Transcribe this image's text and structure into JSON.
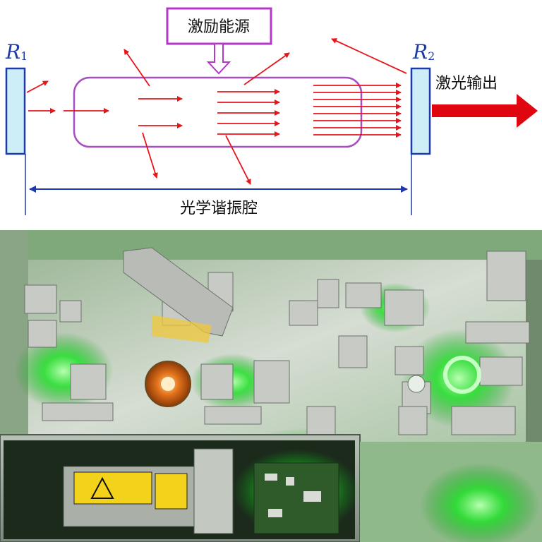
{
  "diagram": {
    "pump_label": "激励能源",
    "mirror_left_label": "R",
    "mirror_left_sub": "1",
    "mirror_right_label": "R",
    "mirror_right_sub": "2",
    "output_label": "激光输出",
    "cavity_label": "光学谐振腔",
    "colors": {
      "ray": "#e8141b",
      "pump_border": "#b437c8",
      "tube_border": "#a64fc0",
      "mirror_fill": "#cdeef7",
      "mirror_border": "#1e3aa8",
      "dimension": "#1e3aa8",
      "output_arrow": "#e0060f"
    }
  },
  "photo": {
    "description_icon": "laser-bench-photo",
    "colors": {
      "glow": "#1fd62a",
      "bench": "#c9d3c6",
      "housing": "#9aa59b"
    }
  }
}
